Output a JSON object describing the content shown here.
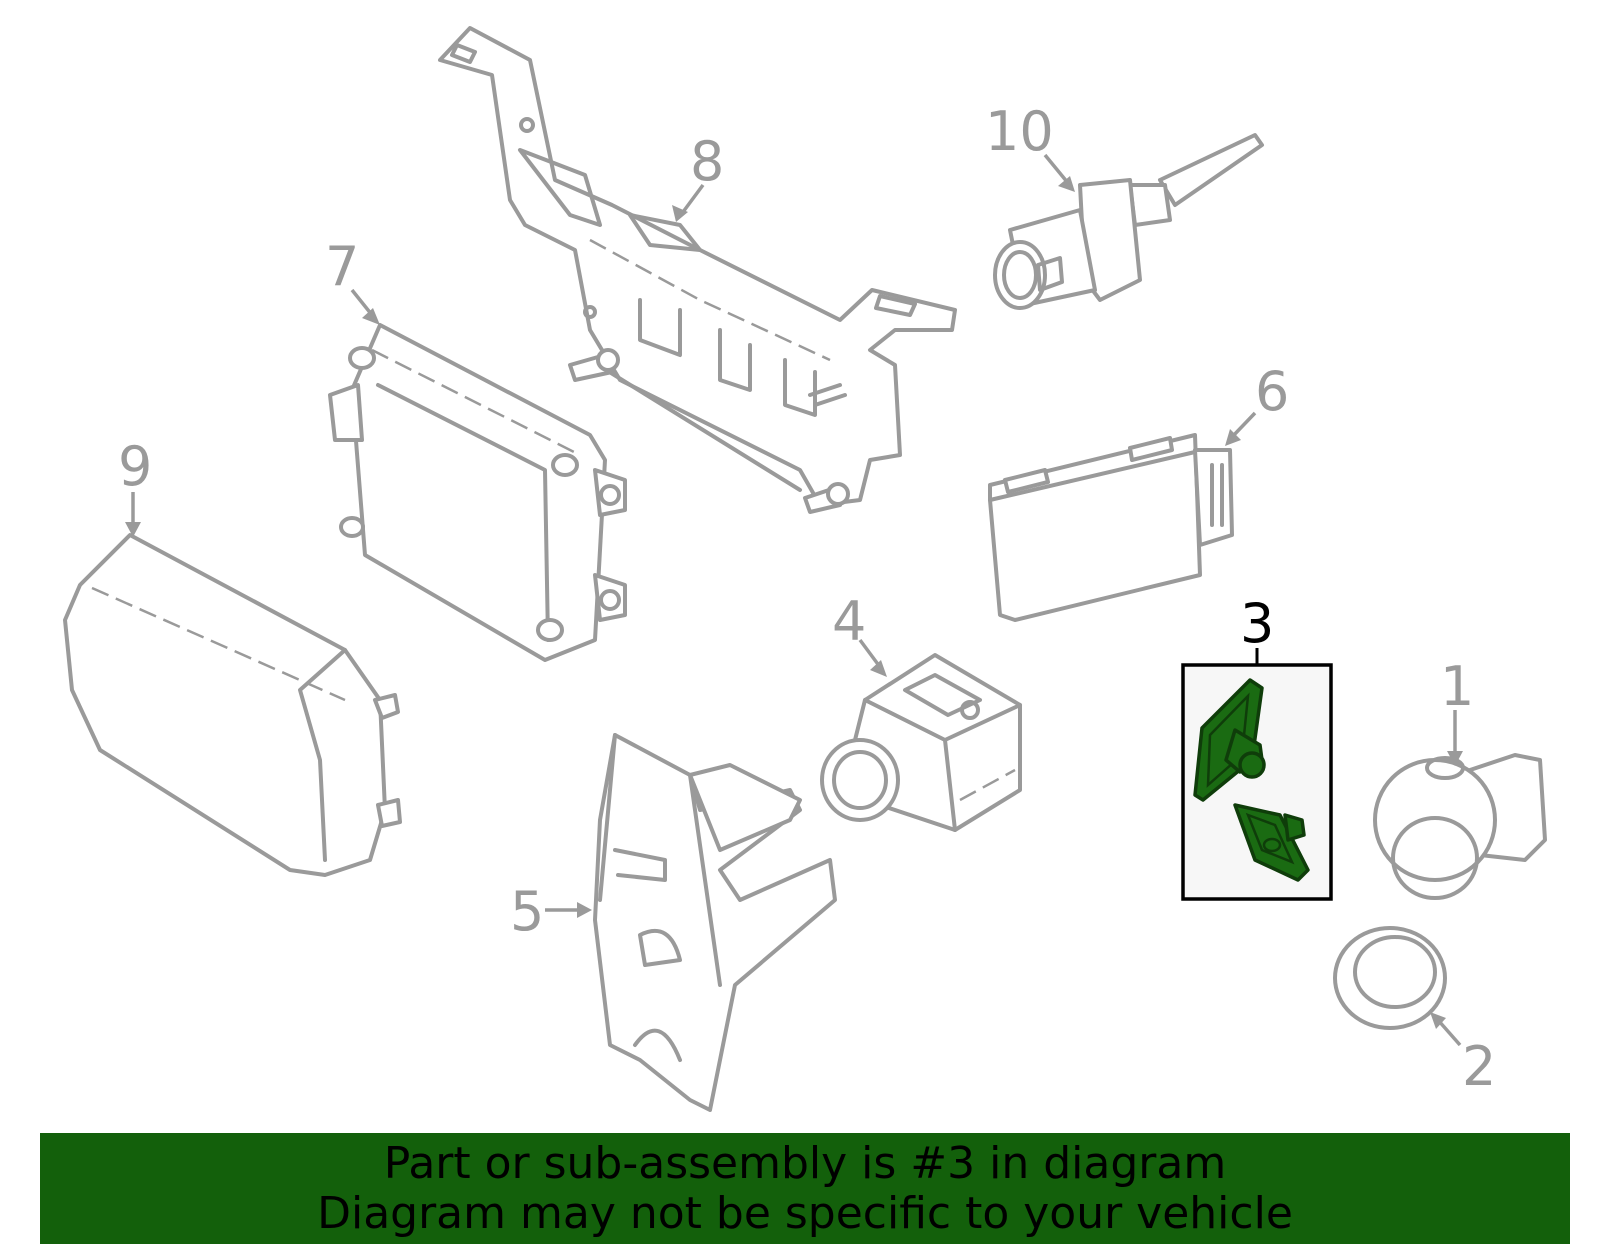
{
  "callouts": {
    "c1": "1",
    "c2": "2",
    "c3": "3",
    "c4": "4",
    "c5": "5",
    "c6": "6",
    "c7": "7",
    "c8": "8",
    "c9": "9",
    "c10": "10"
  },
  "highlighted_part": "3",
  "colors": {
    "line_art": "#9a9a9a",
    "highlight_part": "#1a6b12",
    "banner_background": "#13600b",
    "highlight_box_background": "#f7f7f7"
  },
  "banner": {
    "line1": "Part or sub-assembly is #3 in diagram",
    "line2": "Diagram may not be specific to your vehicle"
  }
}
